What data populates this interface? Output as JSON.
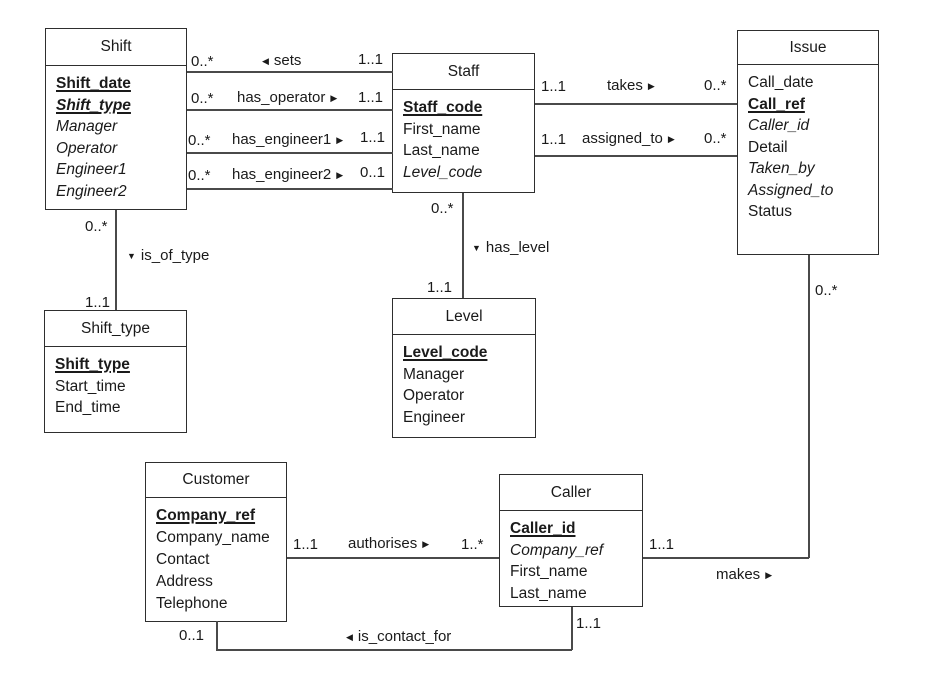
{
  "colors": {
    "background": "#ffffff",
    "box_border": "#2e2e2e",
    "relation_line": "#4a4a4a",
    "text": "#1a1a1a"
  },
  "entities": {
    "shift": {
      "title": "Shift",
      "attrs": [
        "Shift_date",
        "Shift_type",
        "Manager",
        "Operator",
        "Engineer1",
        "Engineer2"
      ]
    },
    "staff": {
      "title": "Staff",
      "attrs": [
        "Staff_code",
        "First_name",
        "Last_name",
        "Level_code"
      ]
    },
    "issue": {
      "title": "Issue",
      "attrs": [
        "Call_date",
        "Call_ref",
        "Caller_id",
        "Detail",
        "Taken_by",
        "Assigned_to",
        "Status"
      ]
    },
    "shift_type": {
      "title": "Shift_type",
      "attrs": [
        "Shift_type",
        "Start_time",
        "End_time"
      ]
    },
    "level": {
      "title": "Level",
      "attrs": [
        "Level_code",
        "Manager",
        "Operator",
        "Engineer"
      ]
    },
    "customer": {
      "title": "Customer",
      "attrs": [
        "Company_ref",
        "Company_name",
        "Contact",
        "Address",
        "Telephone"
      ]
    },
    "caller": {
      "title": "Caller",
      "attrs": [
        "Caller_id",
        "Company_ref",
        "First_name",
        "Last_name"
      ]
    }
  },
  "relations": {
    "sets": {
      "name": "sets",
      "arrow": "◀",
      "left_card": "0..*",
      "right_card": "1..1"
    },
    "has_operator": {
      "name": "has_operator",
      "arrow": "▶",
      "left_card": "0..*",
      "right_card": "1..1"
    },
    "has_engineer1": {
      "name": "has_engineer1",
      "arrow": "▶",
      "left_card": "0..*",
      "right_card": "1..1"
    },
    "has_engineer2": {
      "name": "has_engineer2",
      "arrow": "▶",
      "left_card": "0..*",
      "right_card": "0..1"
    },
    "takes": {
      "name": "takes",
      "arrow": "▶",
      "left_card": "1..1",
      "right_card": "0..*"
    },
    "assigned_to": {
      "name": "assigned_to",
      "arrow": "▶",
      "left_card": "1..1",
      "right_card": "0..*"
    },
    "is_of_type": {
      "name": "is_of_type",
      "arrow": "▼",
      "top_card": "0..*",
      "bottom_card": "1..1"
    },
    "has_level": {
      "name": "has_level",
      "arrow": "▼",
      "top_card": "0..*",
      "bottom_card": "1..1"
    },
    "makes": {
      "name": "makes",
      "arrow": "▶",
      "issue_card": "0..*",
      "caller_card": "1..1"
    },
    "authorises": {
      "name": "authorises",
      "arrow": "▶",
      "left_card": "1..1",
      "right_card": "1..*"
    },
    "is_contact_for": {
      "name": "is_contact_for",
      "arrow": "◀",
      "customer_card": "0..1",
      "caller_card": "1..1"
    }
  }
}
